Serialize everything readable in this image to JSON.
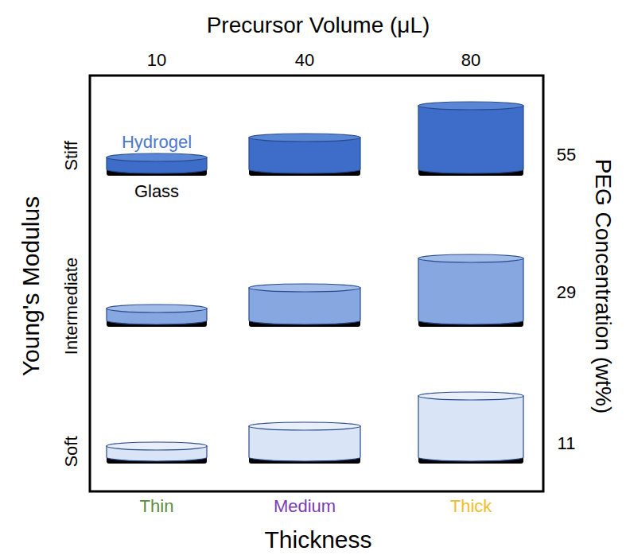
{
  "diagram": {
    "labels": [
      "Precursor Volume (μL)",
      "10",
      "40",
      "80",
      "Hydrogel",
      "Glass",
      "Stiff",
      "55",
      "Young's Modulus",
      "Intermediate",
      "29",
      "PEG Concentration (wt%)",
      "Soft",
      "11",
      "Thin",
      "Medium",
      "Thick",
      "Thickness"
    ]
  }
}
